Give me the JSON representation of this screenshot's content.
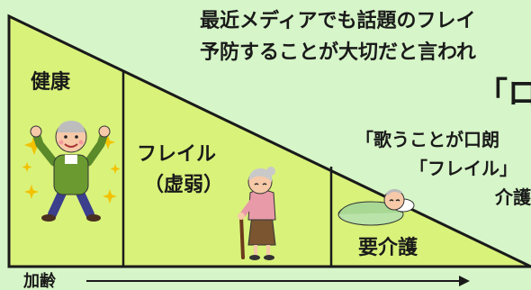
{
  "headline": {
    "line1": "最近メディアでも話題のフレイ",
    "line2": "予防することが大切だと言われ"
  },
  "emphasis": "「ロ",
  "side_text": {
    "line1": "「歌うことが口朗",
    "line2": "「フレイル」",
    "line3": "介護"
  },
  "stages": {
    "healthy": "健康",
    "frail": "フレイル",
    "frail_sub": "（虚弱）",
    "care": "要介護"
  },
  "axis_label": "加齢",
  "colors": {
    "background": "#d6f5c8",
    "triangle_fill": "#d9f27a",
    "outline": "#1a1a1a"
  },
  "icons": {
    "healthy": "energetic-elderly-man-icon",
    "frail": "elderly-woman-with-cane-icon",
    "care": "bedridden-elderly-icon"
  }
}
